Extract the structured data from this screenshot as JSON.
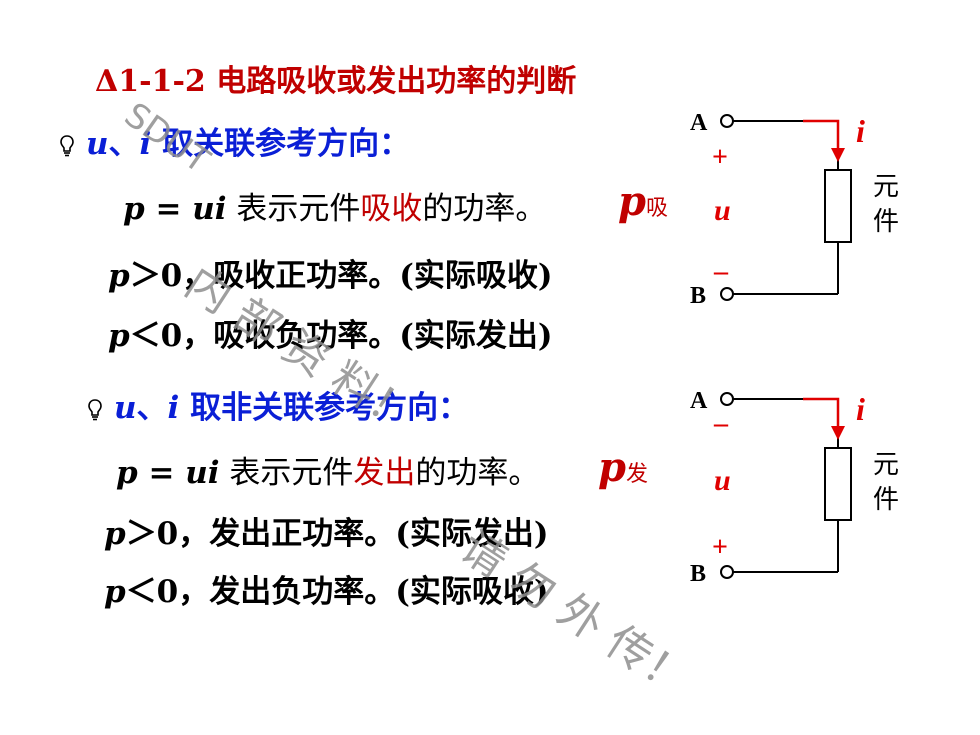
{
  "title": "Δ1-1-2  电路吸收或发出功率的判断",
  "section1": {
    "heading_u": "u",
    "heading_sep": "、",
    "heading_i": "i",
    "heading_text": " 取关联参考方向：",
    "formula": "p = ui",
    "formula_pre": " 表示元件",
    "formula_key": "吸收",
    "formula_post": "的功率。",
    "p_symbol": "p",
    "p_sub": "吸",
    "cond_pos_p": "p",
    "cond_pos_text": "＞0，吸收正功率。(实际吸收)",
    "cond_neg_p": "p",
    "cond_neg_text": "＜0，吸收负功率。(实际发出)"
  },
  "section2": {
    "heading_u": "u",
    "heading_sep": "、",
    "heading_i": "i",
    "heading_text": " 取非关联参考方向：",
    "formula": "p = ui",
    "formula_pre": " 表示元件",
    "formula_key": "发出",
    "formula_post": "的功率。",
    "p_symbol": "p",
    "p_sub": "发",
    "cond_pos_p": "p",
    "cond_pos_text": "＞0，发出正功率。(实际发出)",
    "cond_neg_p": "p",
    "cond_neg_text": "＜0，发出负功率。(实际吸收)"
  },
  "circuit1": {
    "terminal_a": "A",
    "terminal_b": "B",
    "current": "i",
    "voltage": "u",
    "top_sign": "+",
    "bottom_sign": "–",
    "element_line1": "元",
    "element_line2": "件"
  },
  "circuit2": {
    "terminal_a": "A",
    "terminal_b": "B",
    "current": "i",
    "voltage": "u",
    "top_sign": "–",
    "bottom_sign": "+",
    "element_line1": "元",
    "element_line2": "件"
  },
  "watermark": {
    "org": "SDUT",
    "line1": "内 部 资 料！",
    "line2": "请 勿 外 传！"
  },
  "colors": {
    "title_red": "#c00000",
    "heading_blue": "#0a1fd6",
    "accent_red": "#e00000",
    "watermark_gray": "#8f8f8f"
  },
  "icons": {
    "bullet": "lightbulb-icon"
  }
}
